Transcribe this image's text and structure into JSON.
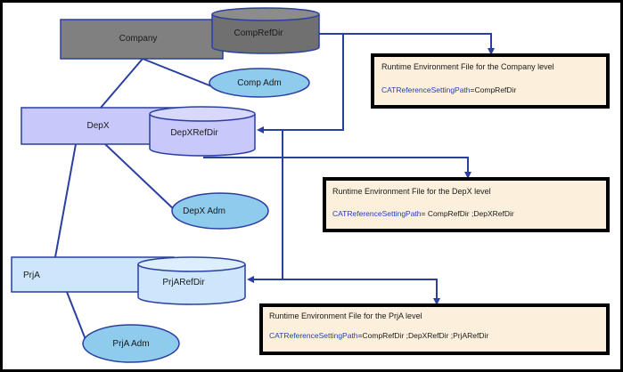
{
  "company": {
    "label": "Company"
  },
  "depx": {
    "label": "DepX"
  },
  "prja": {
    "label": "PrjA"
  },
  "dirs": {
    "company": "CompRefDir",
    "depx": "DepXRefDir",
    "prja": "PrjARefDir"
  },
  "admins": {
    "company": "Comp Adm",
    "depx": "DepX Adm",
    "prja": "PrjA Adm"
  },
  "env_files": {
    "company": {
      "title": "Runtime Environment File for the Company level",
      "key": "CATReferenceSettingPath",
      "value": "=CompRefDir"
    },
    "depx": {
      "title": "Runtime Environment File for the DepX level",
      "key": "CATReferenceSettingPath",
      "value": "=  CompRefDir ;DepXRefDir"
    },
    "prja": {
      "title": "Runtime Environment File for the PrjA level",
      "key": "CATReferenceSettingPath",
      "value": "=CompRefDir ;DepXRefDir ;PrjARefDir"
    }
  },
  "colors": {
    "company_fill": "#808080",
    "depx_fill": "#c8c8fa",
    "prja_fill": "#cde6fb",
    "admin_fill": "#8ecbec",
    "env_fill": "#fcefdc",
    "line": "#2a3fa0",
    "path_key": "#1f3fb8"
  }
}
